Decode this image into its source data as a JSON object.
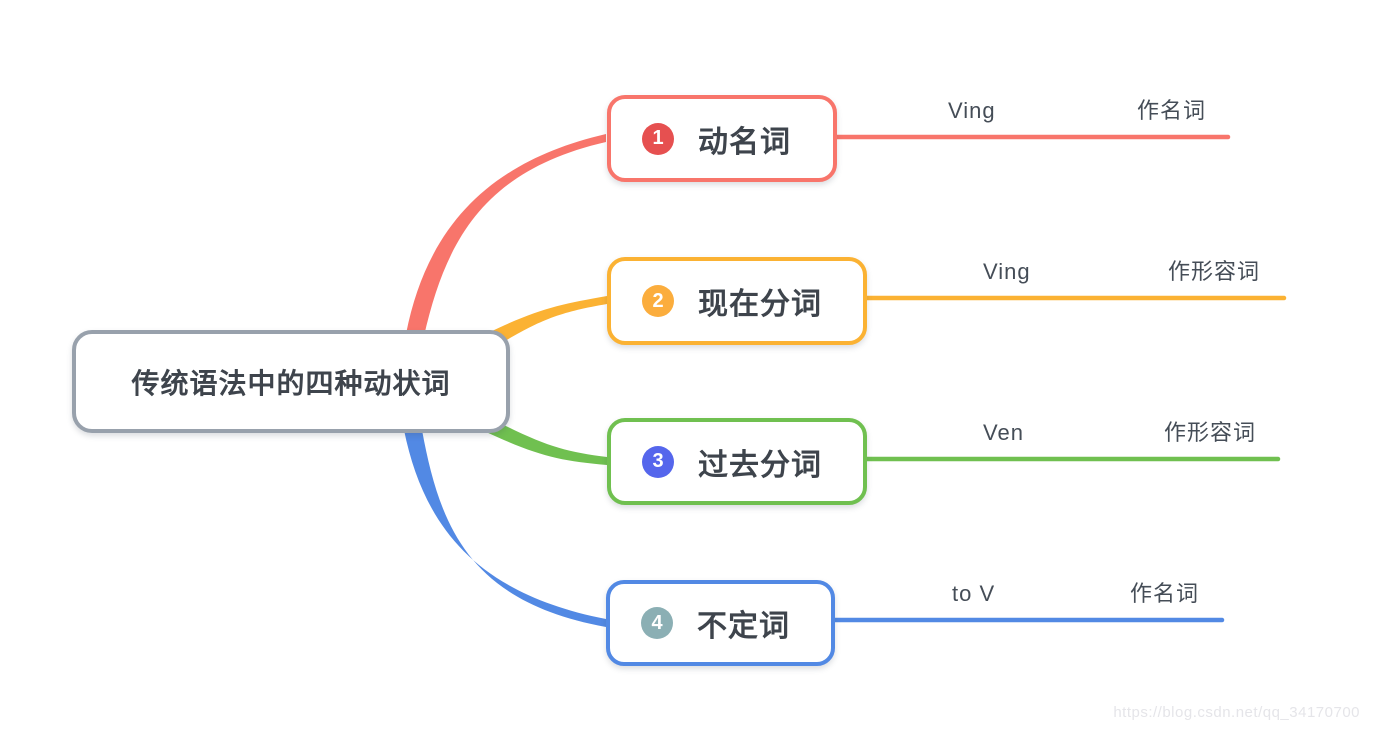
{
  "root": {
    "label": "传统语法中的四种动状词",
    "border_color": "#98A1AC"
  },
  "branches": [
    {
      "number": "1",
      "label": "动名词",
      "form": "Ving",
      "role": "作名词",
      "color": "#F8756B",
      "badge_color": "#E65050"
    },
    {
      "number": "2",
      "label": "现在分词",
      "form": "Ving",
      "role": "作形容词",
      "color": "#FBB233",
      "badge_color": "#FBAD3D"
    },
    {
      "number": "3",
      "label": "过去分词",
      "form": "Ven",
      "role": "作形容词",
      "color": "#70C050",
      "badge_color": "#5566EC"
    },
    {
      "number": "4",
      "label": "不定词",
      "form": "to V",
      "role": "作名词",
      "color": "#5289E4",
      "badge_color": "#8BAFB4"
    }
  ],
  "text_colors": {
    "node_text": "#3E444C",
    "leaf_text": "#454D57",
    "watermark": "#E5E5E9"
  },
  "watermark": "https://blog.csdn.net/qq_34170700"
}
